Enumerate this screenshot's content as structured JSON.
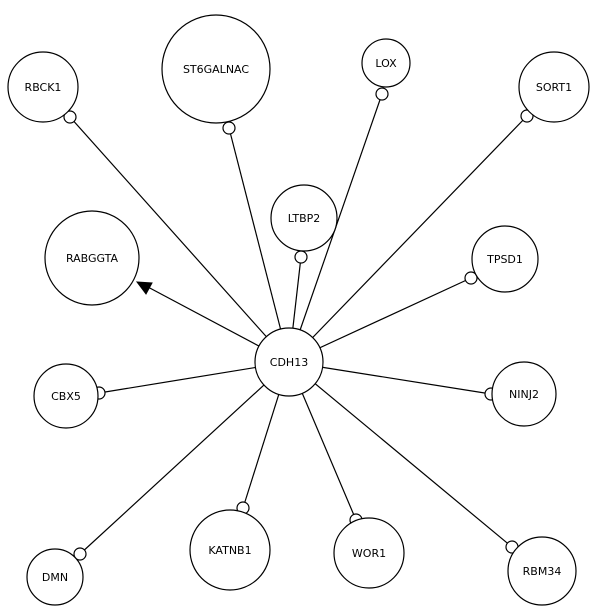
{
  "graph": {
    "center": {
      "id": "CDH13",
      "label": "CDH13"
    },
    "nodes": [
      {
        "id": "RBCK1",
        "label": "RBCK1",
        "end": "circle"
      },
      {
        "id": "ST6GALNAC",
        "label": "ST6GALNAC",
        "end": "circle"
      },
      {
        "id": "LOX",
        "label": "LOX",
        "end": "circle"
      },
      {
        "id": "SORT1",
        "label": "SORT1",
        "end": "circle"
      },
      {
        "id": "LTBP2",
        "label": "LTBP2",
        "end": "circle"
      },
      {
        "id": "RABGGTA",
        "label": "RABGGTA",
        "end": "arrow"
      },
      {
        "id": "TPSD1",
        "label": "TPSD1",
        "end": "circle"
      },
      {
        "id": "CBX5",
        "label": "CBX5",
        "end": "circle"
      },
      {
        "id": "NINJ2",
        "label": "NINJ2",
        "end": "circle"
      },
      {
        "id": "DMN",
        "label": "DMN",
        "end": "circle"
      },
      {
        "id": "KATNB1",
        "label": "KATNB1",
        "end": "circle"
      },
      {
        "id": "WOR1",
        "label": "WOR1",
        "end": "circle"
      },
      {
        "id": "RBM34",
        "label": "RBM34",
        "end": "circle"
      }
    ]
  }
}
